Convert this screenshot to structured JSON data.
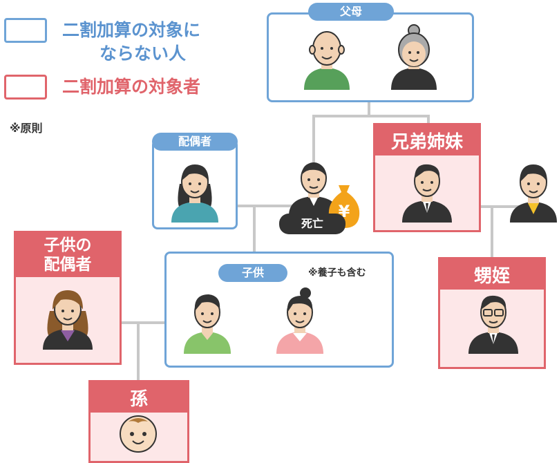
{
  "legend": {
    "not_target_line1": "二割加算の対象に",
    "not_target_line2": "ならない人",
    "target": "二割加算の対象者",
    "not_target_color": "#6fa4d7",
    "target_color": "#e0646b"
  },
  "note_principle": "※原則",
  "parents": {
    "label": "父母"
  },
  "spouse": {
    "label": "配偶者"
  },
  "deceased": {
    "label": "死亡",
    "money_symbol": "¥"
  },
  "siblings": {
    "label": "兄弟姉妹"
  },
  "nephews": {
    "label": "甥姪"
  },
  "children": {
    "label": "子供",
    "note": "※養子も含む"
  },
  "child_spouse": {
    "label_line1": "子供の",
    "label_line2": "配偶者"
  },
  "grandchild": {
    "label": "孫"
  }
}
